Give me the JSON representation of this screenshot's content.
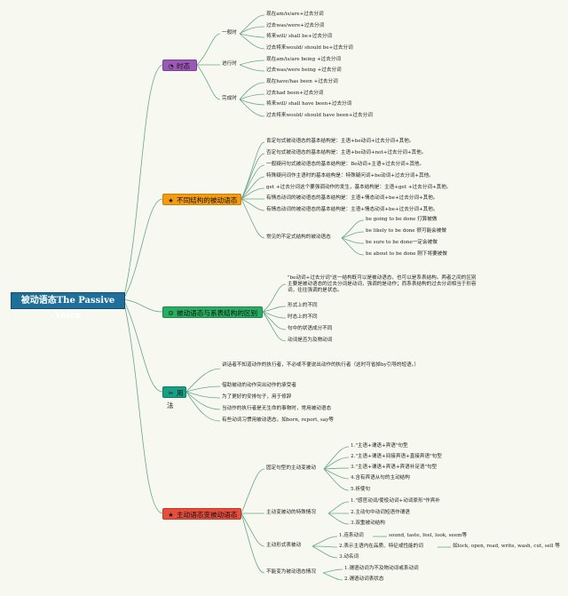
{
  "root": "被动语态The Passive Voice",
  "colors": {
    "tense": "#9b59b6",
    "structures": "#f39c12",
    "difference": "#27ae60",
    "usage": "#16a085",
    "conversion": "#e74c3c",
    "line": "#6aa58d"
  },
  "topics": {
    "tense": {
      "label": "时态",
      "icon": "clock-icon",
      "groups": [
        {
          "label": "一般时",
          "items": [
            "现在am/is/are+过去分词",
            "过去was/were+过去分词",
            "将来will/ shall be+过去分词",
            "过去将来would/ should be+过去分词"
          ]
        },
        {
          "label": "进行时",
          "items": [
            "现在am/is/are being +过去分词",
            "过去was/were being +过去分词"
          ]
        },
        {
          "label": "完成时",
          "items": [
            "现在have/has been +过去分词",
            "过去had been+过去分词",
            "将来will/ shall have been+过去分词",
            "过去将来would/ should have been+过去分词"
          ]
        }
      ]
    },
    "structures": {
      "label": "不同结构的被动语态",
      "icon": "star-icon",
      "items": [
        "肯定句式被动语态的基本结构是：主语+be动词+过去分词+其他。",
        "否定句式被动语态的基本结构是：主语+be动词+not+过去分词+其他。",
        "一般疑问句式被动语态的基本结构是：Be动词+主语+过去分词+其他。",
        "特殊疑问词作主语时的基本结构是：特殊疑问词+be动词+过去分词+其他。",
        "get +过去分词这个要强调动作的发生，基本结构是：主语+get +过去分词+其他。",
        "有情态动词的被动语态的基本结构是：主语+情态动词+be+过去分词+其他。",
        "有情态动词的被动语态的基本结构是：主语+情态动词+be+过去分词+其他。"
      ],
      "infinitive": {
        "label": "常见的不定式结构的被动语态",
        "items": [
          "be going to be done 打算被做",
          "be likely to be done 很可能会被做",
          "be sure to be done一定会被做",
          "be about to be done 刚下将要被做"
        ]
      }
    },
    "difference": {
      "label": "被动语态与系表结构的区别",
      "icon": "smile-icon",
      "items": [
        "\"be动词+过去分词\"这一结构既可以是被动语态，也可以是系表结构。两者之间的区别主要是被动语态的过去分词是动词，强调的是动作；而系表结构的过去分词相当于形容词，往往强调的是状态。",
        "形式上的不同",
        "时态上的不同",
        "句中的状语成分不同",
        "动词是否为及物动词"
      ]
    },
    "usage": {
      "label": "用法",
      "icon": "tools-icon",
      "items": [
        "讲话者不知道动作的执行者，不必或不便说出动作的执行者（这时可省掉by引导的短语。）",
        "借助被动的动作突出动作的承受者",
        "为了更好的安排句子，用于修辞",
        "当动作的执行者是无生命的事物时，常用被动语态",
        "有些动词习惯用被动语态，如born, report, say等"
      ]
    },
    "conversion": {
      "label": "主动语态变被动语态",
      "icon": "star-icon",
      "groups": [
        {
          "label": "固定句型的主动变被动",
          "items": [
            "1.\"主语+谓语+宾语\"句型",
            "2.\"主语+谓语+间接宾语+直接宾语\"句型",
            "3.\"主语+谓语+宾语+宾语补足语\"句型",
            "4.含有宾语从句的主动结构",
            "5.祈使句"
          ]
        },
        {
          "label": "主动变被动的特殊情况",
          "items": [
            "1.\"感官动词/使役动词+动词原形\"作宾补",
            "2.主动句中动词短语作谓语",
            "3.双重被动结构"
          ]
        },
        {
          "label": "主动形式表被动",
          "items": [
            {
              "text": "1.连系动词",
              "extra": "sound, taste, feel, look, seem等"
            },
            {
              "text": "2.表示主语内在品质、特征或性能的词",
              "extra": "如lock, open, read, write, wash, cut, sell 等"
            },
            {
              "text": "3.动名词",
              "extra": ""
            }
          ]
        },
        {
          "label": "不能变为被动语态情况",
          "items": [
            "1.谓语动词为不及物动词或系动词",
            "2.谓语动词表状态"
          ]
        }
      ]
    }
  }
}
